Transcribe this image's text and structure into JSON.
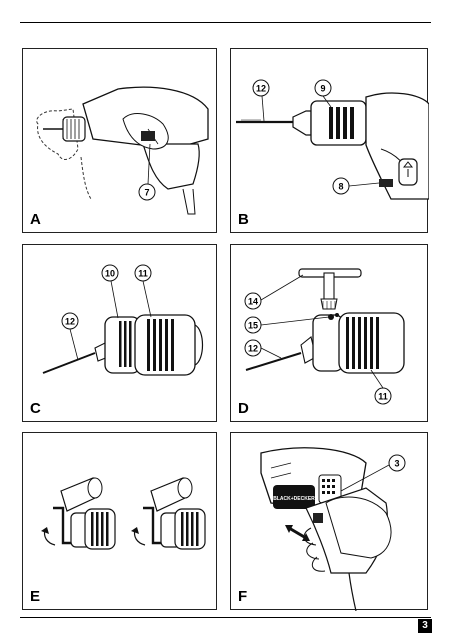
{
  "page": {
    "number": "3"
  },
  "panels": [
    {
      "label": "A",
      "callouts": [
        "7"
      ]
    },
    {
      "label": "B",
      "callouts": [
        "12",
        "9",
        "8"
      ]
    },
    {
      "label": "C",
      "callouts": [
        "10",
        "11",
        "12"
      ]
    },
    {
      "label": "D",
      "callouts": [
        "14",
        "15",
        "12",
        "11"
      ]
    },
    {
      "label": "E",
      "callouts": []
    },
    {
      "label": "F",
      "callouts": [
        "3"
      ]
    }
  ],
  "brand_logo_text": "BLACK+DECKER"
}
